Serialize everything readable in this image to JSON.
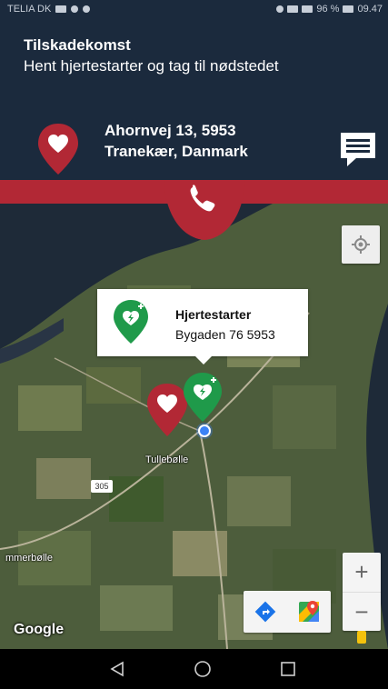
{
  "status_bar": {
    "carrier": "TELIA DK",
    "battery": "96 %",
    "time": "09.47"
  },
  "header": {
    "title": "Tilskadekomst",
    "subtitle": "Hent hjertestarter og tag til nødstedet",
    "address_line1": "Ahornvej 13, 5953",
    "address_line2": "Tranekær, Danmark"
  },
  "popup": {
    "title": "Hjertestarter",
    "subtitle": "Bygaden 76 5953"
  },
  "map": {
    "labels": {
      "town": "Tullebølle",
      "town_left": "mmerbølle",
      "road_number": "305"
    },
    "attribution": "Google",
    "zoom_in": "+",
    "zoom_out": "−"
  },
  "colors": {
    "header_bg": "#1b2a3d",
    "accent_red": "#b22835",
    "aed_green": "#1f9a4a"
  },
  "icons": {
    "heart_pin": "heart-pin-icon",
    "message": "message-icon",
    "phone": "phone-icon",
    "locate": "crosshair-icon",
    "aed": "aed-icon",
    "directions": "directions-icon",
    "google_maps": "google-maps-icon",
    "back": "back-triangle-icon",
    "home": "home-circle-icon",
    "recents": "recents-square-icon"
  }
}
